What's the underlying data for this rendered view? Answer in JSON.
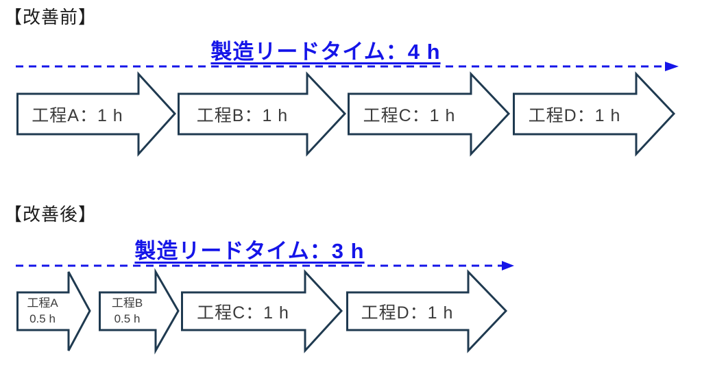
{
  "diagram": {
    "before": {
      "section_label": "【改善前】",
      "lead_time_title": "製造リードタイム：4 h",
      "processes": [
        {
          "label": "工程A：1 h",
          "color": "#fbe3d5"
        },
        {
          "label": "工程B：1 h",
          "color": "#7ec240"
        },
        {
          "label": "工程C：1 h",
          "color": "#c9eaf8"
        },
        {
          "label": "工程D：1 h",
          "color": "#f2d2ec"
        }
      ]
    },
    "after": {
      "section_label": "【改善後】",
      "lead_time_title": "製造リードタイム：3 h",
      "processes": [
        {
          "label": "工程A",
          "sub": "0.5 h",
          "color": "#fbe3d5"
        },
        {
          "label": "工程B",
          "sub": "0.5 h",
          "color": "#7ec240"
        },
        {
          "label": "工程C：1 h",
          "color": "#c9eaf8"
        },
        {
          "label": "工程D：1 h",
          "color": "#f2d2ec"
        }
      ]
    },
    "colors": {
      "timeline_blue": "#1515e8",
      "arrow_border": "#1f3a50",
      "process_text": "#3b3b3b",
      "section_label_text": "#1a1a1a"
    }
  }
}
